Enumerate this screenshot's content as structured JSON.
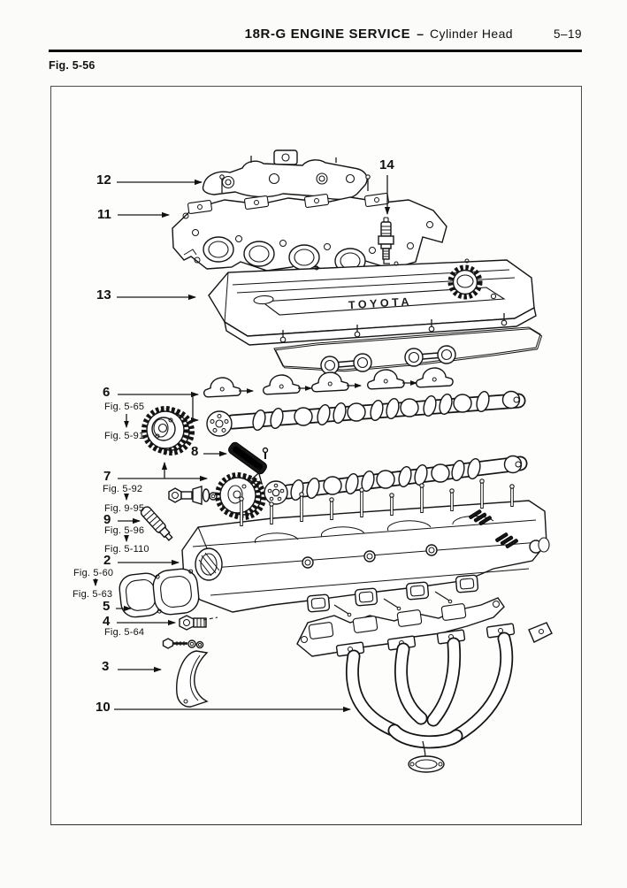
{
  "header": {
    "section_title": "18R-G ENGINE SERVICE",
    "separator": "–",
    "subsection": "Cylinder Head",
    "page_number": "5–19"
  },
  "figure_label": "Fig. 5-56",
  "figure": {
    "valve_cover_text": "TOYOTA",
    "callouts": {
      "c2": "2",
      "c3": "3",
      "c4": "4",
      "c5": "5",
      "c6": "6",
      "c7": "7",
      "c8": "8",
      "c9": "9",
      "c10": "10",
      "c11": "11",
      "c12": "12",
      "c13": "13",
      "c14": "14"
    },
    "fig_refs": {
      "f5_65": "Fig. 5-65",
      "f5_91": "Fig. 5-91",
      "f5_92": "Fig. 5-92",
      "f9_95": "Fig. 9-95",
      "f5_96": "Fig. 5-96",
      "f5_110": "Fig. 5-110",
      "f5_60": "Fig. 5-60",
      "f5_63": "Fig. 5-63",
      "f5_64": "Fig. 5-64"
    }
  }
}
